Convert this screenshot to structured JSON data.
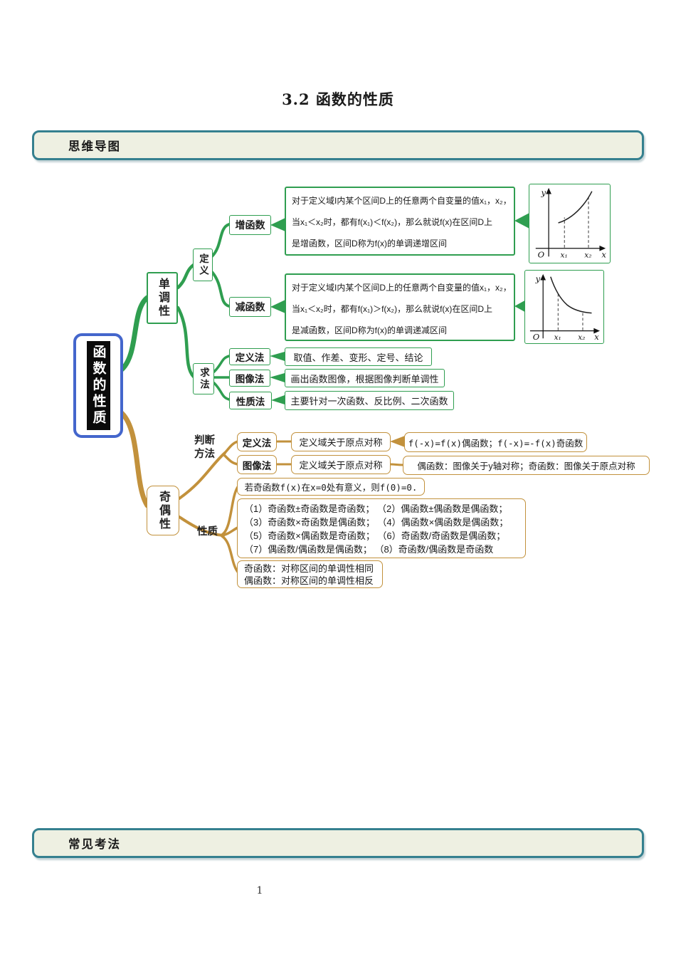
{
  "page": {
    "title": "3.2 函数的性质",
    "page_number": "1"
  },
  "sections": {
    "mindmap_header": "思维导图",
    "exam_header": "常见考法"
  },
  "colors": {
    "branch_green": "#2f9e50",
    "branch_gold": "#c2913c",
    "root_border_blue": "#4466cc",
    "section_border_teal": "#35808f",
    "section_bg": "#eef0e2",
    "root_highlight": "#0a0a0a"
  },
  "mindmap": {
    "root": "函数的性质",
    "graph_labels": {
      "y": "y",
      "o": "O",
      "x1": "x₁",
      "x2": "x₂",
      "x": "x"
    },
    "monotonicity": {
      "label": "单调性",
      "definition": {
        "label": "定义",
        "increasing": {
          "label": "增函数",
          "desc_lines": [
            "对于定义域I内某个区间D上的任意两个自变量的值x₁，x₂，",
            "当x₁＜x₂时，都有f(x₁)＜f(x₂)，那么就说f(x)在区间D上",
            "是增函数，区间D称为f(x)的单调递增区间"
          ]
        },
        "decreasing": {
          "label": "减函数",
          "desc_lines": [
            "对于定义域I内某个区间D上的任意两个自变量的值x₁，x₂，",
            "当x₁＜x₂时，都有f(x₁)＞f(x₂)，那么就说f(x)在区间D上",
            "是减函数，区间D称为f(x)的单调递减区间"
          ]
        }
      },
      "methods": {
        "label": "求法",
        "items": [
          {
            "label": "定义法",
            "desc": "取值、作差、变形、定号、结论"
          },
          {
            "label": "图像法",
            "desc": "画出函数图像，根据图像判断单调性"
          },
          {
            "label": "性质法",
            "desc": "主要针对一次函数、反比例、二次函数"
          }
        ]
      }
    },
    "parity": {
      "label": "奇偶性",
      "judge": {
        "label_line1": "判断",
        "label_line2": "方法",
        "items": [
          {
            "label": "定义法",
            "mid": "定义域关于原点对称",
            "desc": "f(-x)=f(x)偶函数；f(-x)=-f(x)奇函数"
          },
          {
            "label": "图像法",
            "mid": "定义域关于原点对称",
            "desc": "偶函数：图像关于y轴对称；奇函数：图像关于原点对称"
          }
        ]
      },
      "properties": {
        "label": "性质",
        "zero": "若奇函数f(x)在x=0处有意义，则f(0)=0.",
        "rules_lines": [
          "（1）奇函数±奇函数是奇函数； （2）偶函数±偶函数是偶函数；",
          "（3）奇函数×奇函数是偶函数； （4）偶函数×偶函数是偶函数；",
          "（5）奇函数×偶函数是奇函数； （6）奇函数/奇函数是偶函数；",
          "（7）偶函数/偶函数是偶函数； （8）奇函数/偶函数是奇函数"
        ],
        "mono_lines": [
          "奇函数：对称区间的单调性相同",
          "偶函数：对称区间的单调性相反"
        ]
      }
    }
  }
}
